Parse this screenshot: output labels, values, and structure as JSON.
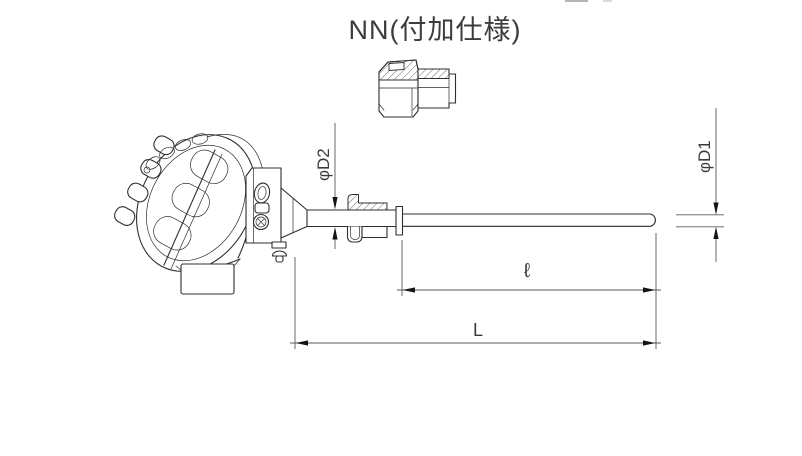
{
  "title": "NN(付加仕様)",
  "dimensions": {
    "tube_diameter": "φD2",
    "sheath_diameter": "φD1",
    "insertion_length": "ℓ",
    "overall_length": "L"
  },
  "colors": {
    "background": "#ffffff",
    "line": "#2f2f2f",
    "dimension_line": "#5a5a5a",
    "arrow_fill": "#151515"
  }
}
